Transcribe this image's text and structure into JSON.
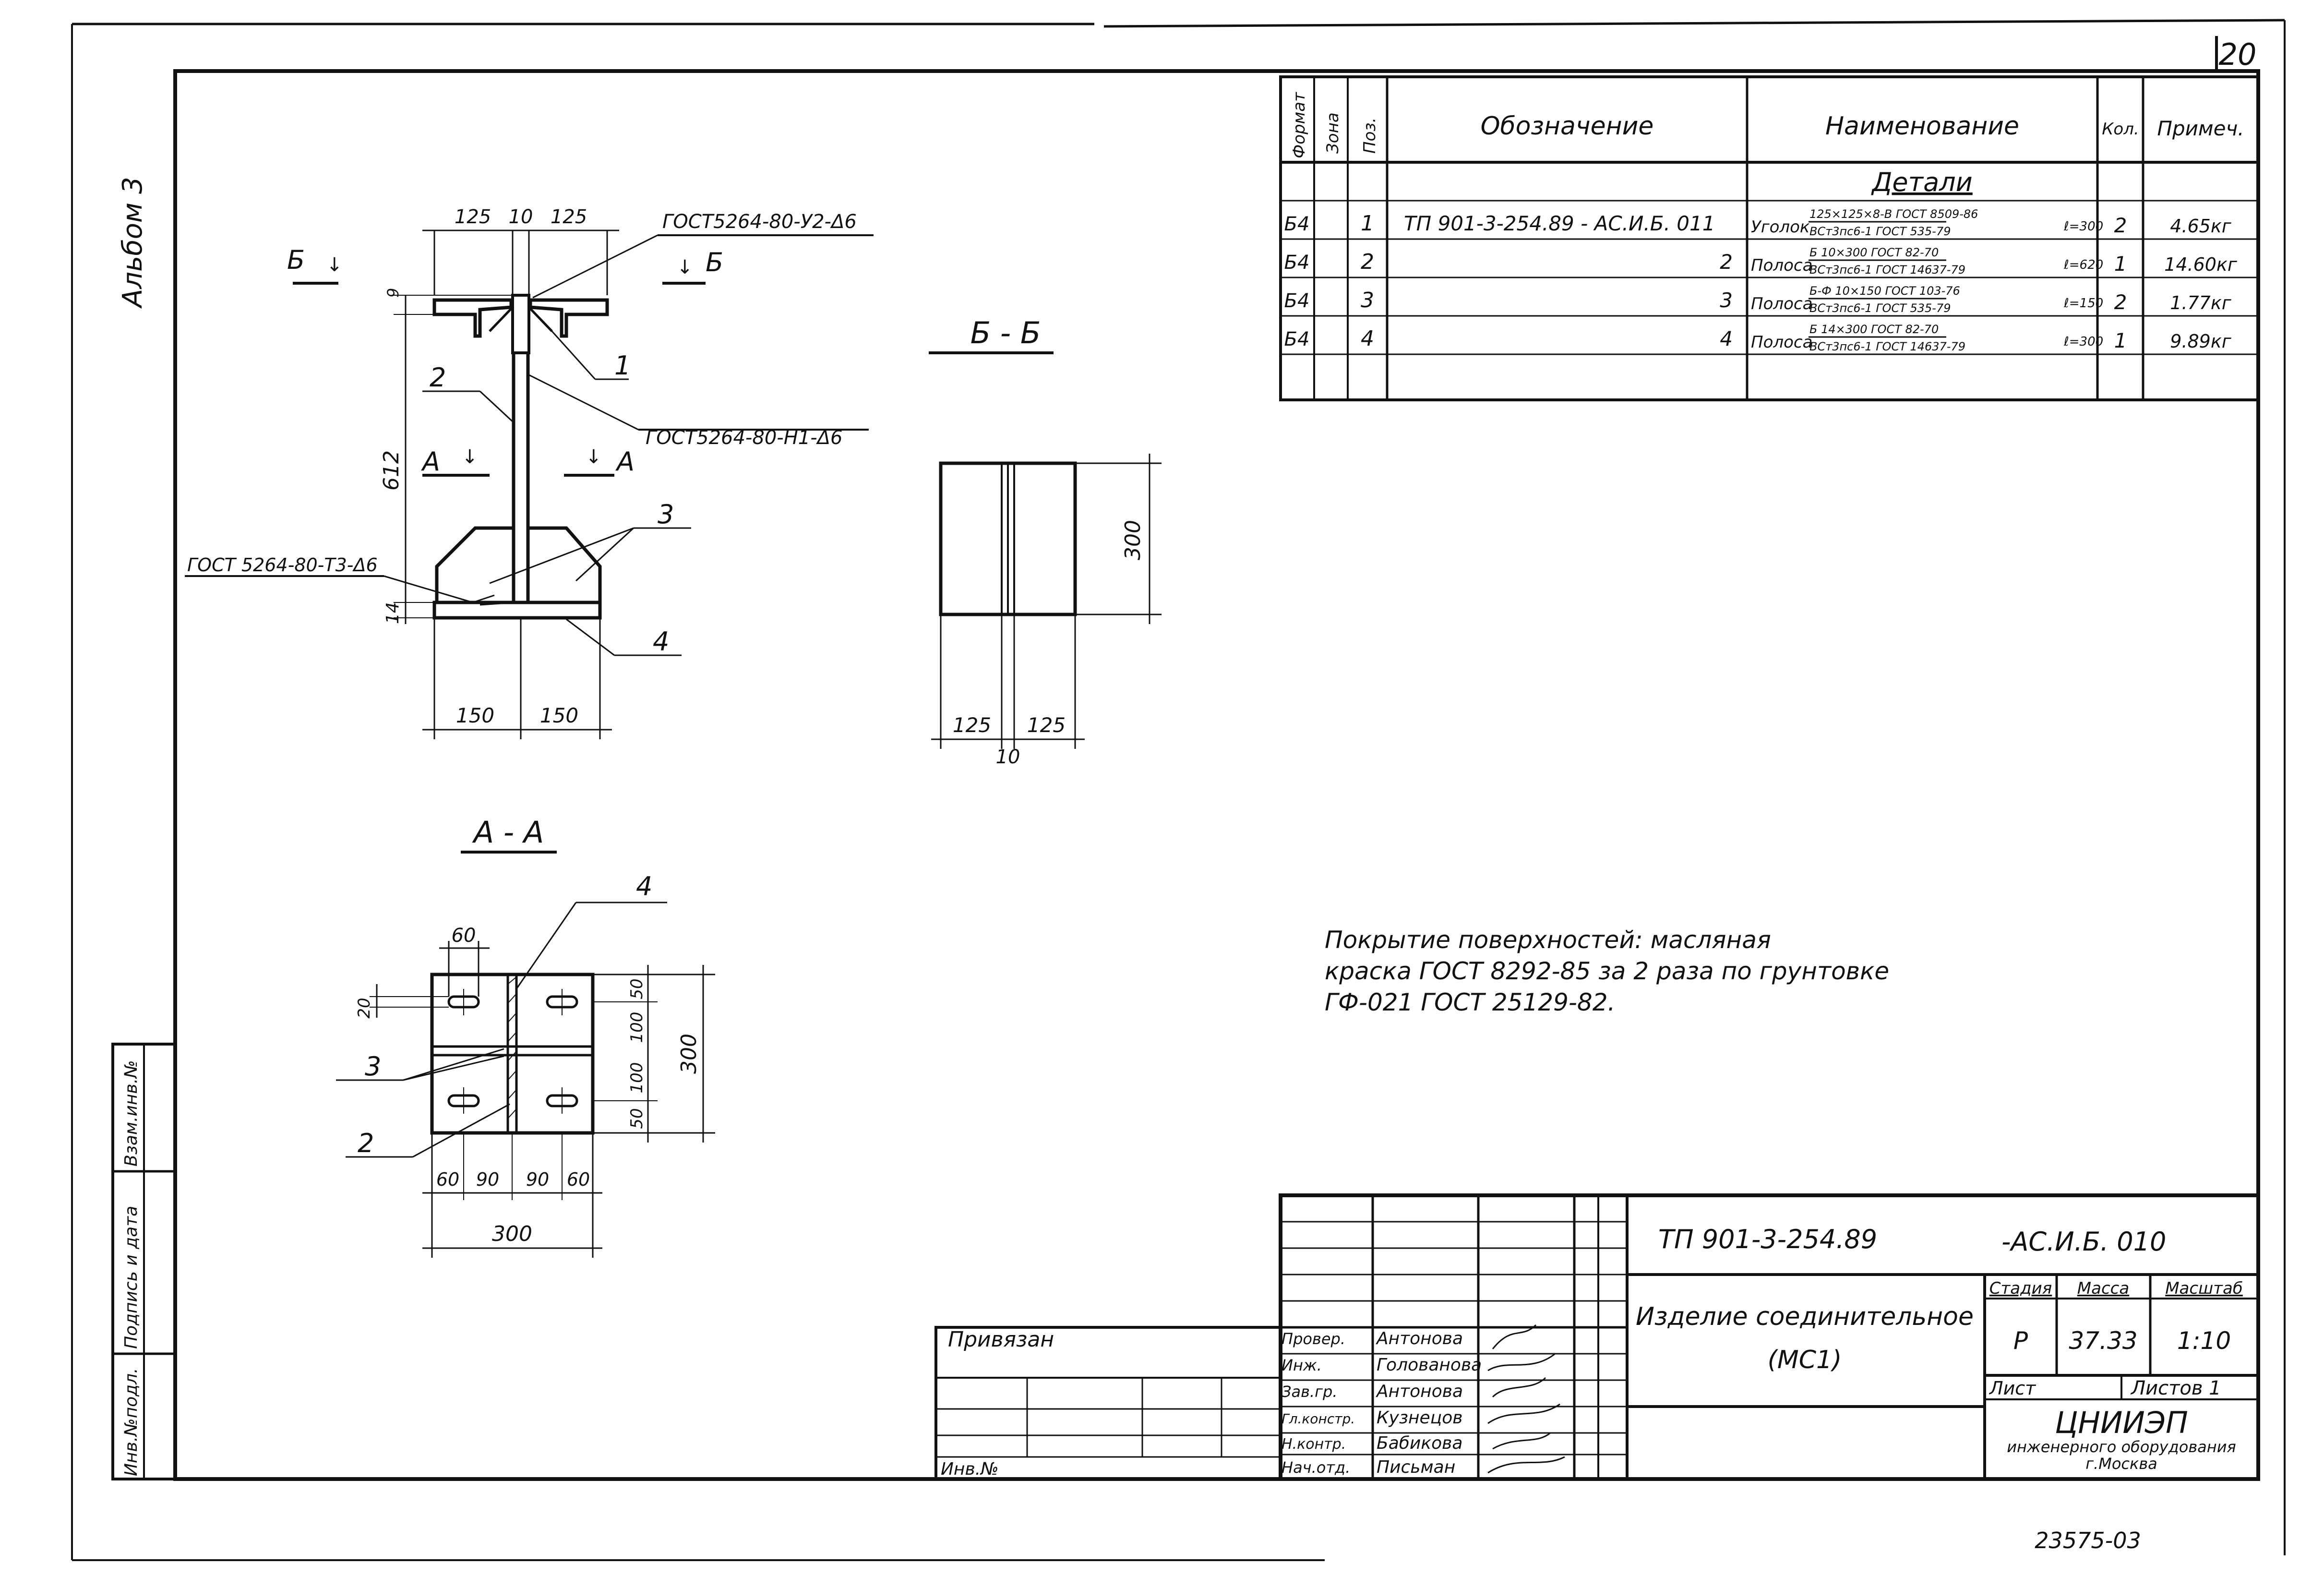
{
  "sheet": {
    "number": "20",
    "album": "Альбом 3",
    "bottom_code": "23575-03",
    "left_stamp": [
      "Инв.№подл.",
      "Подпись и дата",
      "Взам.инв.№"
    ]
  },
  "spec_table": {
    "headers": {
      "format": "Формат",
      "zone": "Зона",
      "pos": "Поз.",
      "designation": "Обозначение",
      "name": "Наименование",
      "qty": "Кол.",
      "note": "Примеч."
    },
    "section_title": "Детали",
    "rows": [
      {
        "format": "Б4",
        "pos": "1",
        "designation": "ТП 901-3-254.89 - АС.И.Б. 011",
        "name_word": "Уголок",
        "name_top": "125×125×8-В ГОСТ 8509-86",
        "name_bottom": "ВСт3пс6-1 ГОСТ 535-79",
        "length": "ℓ=300",
        "qty": "2",
        "note": "4.65кг"
      },
      {
        "format": "Б4",
        "pos": "2",
        "designation": "2",
        "name_word": "Полоса",
        "name_top": "Б 10×300 ГОСТ 82-70",
        "name_bottom": "ВСт3пс6-1 ГОСТ 14637-79",
        "length": "ℓ=620",
        "qty": "1",
        "note": "14.60кг"
      },
      {
        "format": "Б4",
        "pos": "3",
        "designation": "3",
        "name_word": "Полоса",
        "name_top": "Б-Ф 10×150 ГОСТ 103-76",
        "name_bottom": "ВСт3пс6-1 ГОСТ 535-79",
        "length": "ℓ=150",
        "qty": "2",
        "note": "1.77кг"
      },
      {
        "format": "Б4",
        "pos": "4",
        "designation": "4",
        "name_word": "Полоса",
        "name_top": "Б 14×300 ГОСТ 82-70",
        "name_bottom": "ВСт3пс6-1 ГОСТ 14637-79",
        "length": "ℓ=300",
        "qty": "1",
        "note": "9.89кг"
      }
    ]
  },
  "main_view": {
    "dims": {
      "top_left": "125",
      "top_mid": "10",
      "top_right": "125",
      "height": "612",
      "flange": "9",
      "base": "14",
      "bottom_left": "150",
      "bottom_right": "150"
    },
    "section_marks": {
      "b": "Б",
      "a": "А"
    },
    "weld_top": "ГОСТ5264-80-У2-Δ6",
    "weld_mid": "ГОСТ5264-80-Н1-Δ6",
    "weld_bottom": "ГОСТ 5264-80-Т3-Δ6",
    "callouts": [
      "1",
      "2",
      "3",
      "4"
    ]
  },
  "section_bb": {
    "title": "Б - Б",
    "dims": {
      "height": "300",
      "left": "125",
      "right": "125",
      "web": "10"
    }
  },
  "section_aa": {
    "title": "А - А",
    "dims": {
      "slot_w": "60",
      "slot_h": "20",
      "top": "50",
      "mid1": "100",
      "mid2": "100",
      "bottom": "50",
      "height": "300",
      "b1": "60",
      "b2": "90",
      "b3": "90",
      "b4": "60",
      "width": "300"
    },
    "callouts": [
      "4",
      "3",
      "2"
    ]
  },
  "notes": [
    "Покрытие поверхностей: масляная",
    "краска ГОСТ 8292-85 за 2 раза по грунтовке",
    "ГФ-021 ГОСТ 25129-82."
  ],
  "title_block": {
    "bound_label": "Привязан",
    "inv_label": "Инв.№",
    "designation": "ТП 901-3-254.89",
    "designation_suffix": "-АС.И.Б. 010",
    "item_name": "Изделие соединительное",
    "item_code": "(МС1)",
    "stage_label": "Стадия",
    "mass_label": "Масса",
    "scale_label": "Масштаб",
    "stage": "Р",
    "mass": "37.33",
    "scale": "1:10",
    "sheet_label": "Лист",
    "sheets_label": "Листов 1",
    "org_name": "ЦНИИЭП",
    "org_sub": "инженерного оборудования",
    "org_city": "г.Москва",
    "roles": [
      {
        "role": "Провер.",
        "name": "Антонова"
      },
      {
        "role": "Инж.",
        "name": "Голованова"
      },
      {
        "role": "Зав.гр.",
        "name": "Антонова"
      },
      {
        "role": "Гл.констр.",
        "name": "Кузнецов"
      },
      {
        "role": "Н.контр.",
        "name": "Бабикова"
      },
      {
        "role": "Нач.отд.",
        "name": "Письман"
      }
    ]
  }
}
